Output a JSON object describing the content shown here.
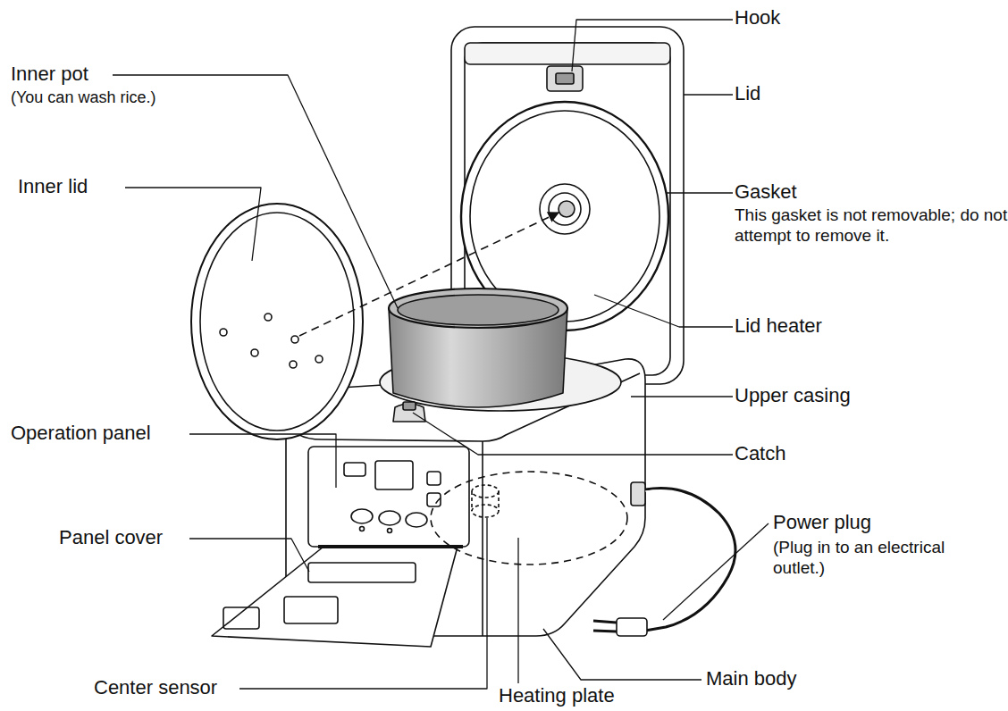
{
  "diagram": {
    "labels": [
      "Hook",
      "Lid",
      "Inner pot",
      "(You can wash rice.)",
      "Inner lid",
      "Gasket",
      "This gasket is not removable; do not attempt to remove it.",
      "Lid heater",
      "Upper casing",
      "Operation panel",
      "Catch",
      "Power plug",
      "(Plug in to an electrical outlet.)",
      "Panel cover",
      "Main body",
      "Center sensor",
      "Heating plate"
    ]
  }
}
